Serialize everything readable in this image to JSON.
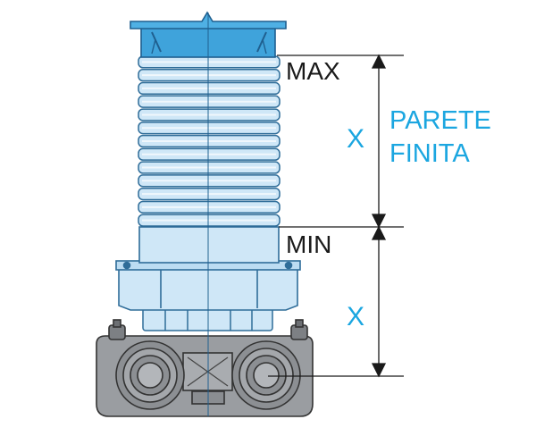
{
  "labels": {
    "max": "MAX",
    "min": "MIN",
    "dimension_upper": "X",
    "dimension_lower": "X",
    "finished_wall_line1": "PARETE",
    "finished_wall_line2": "FINITA"
  },
  "colors": {
    "accent_blue": "#1ba6e0",
    "cap_blue": "#3fa3db",
    "body_light_blue": "#cfe7f7",
    "body_blue_stroke": "#2f6d99",
    "valve_grey": "#8c8f93",
    "line_black": "#1a1a1a"
  }
}
